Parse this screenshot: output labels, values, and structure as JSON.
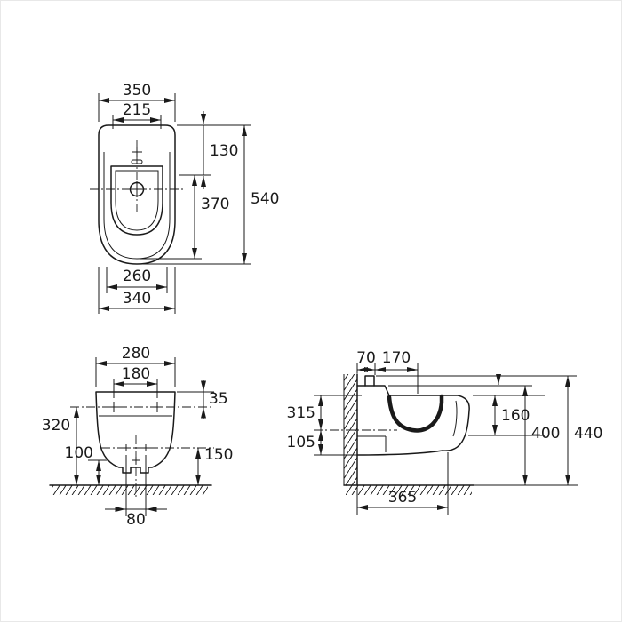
{
  "dimensions": {
    "top_view": {
      "overall_width": "350",
      "inner_width": "215",
      "front_to_tap": "130",
      "tap_to_drain": "370",
      "overall_depth": "540",
      "bottom_inner_width": "260",
      "bottom_width": "340"
    },
    "front_view": {
      "top_width": "280",
      "fixing_holes_spacing": "180",
      "top_to_fixing_holes": "35",
      "fixing_holes_height": "320",
      "bottom_clearance": "100",
      "lower_holes_height": "150",
      "bottom_holes_spacing": "80"
    },
    "side_view": {
      "wall_to_tap": "70",
      "tap_to_front_fixing": "170",
      "upper_section": "315",
      "lower_section": "105",
      "front_apron_height": "160",
      "rim_height": "400",
      "overall_height": "440",
      "depth_projection": "365"
    }
  }
}
